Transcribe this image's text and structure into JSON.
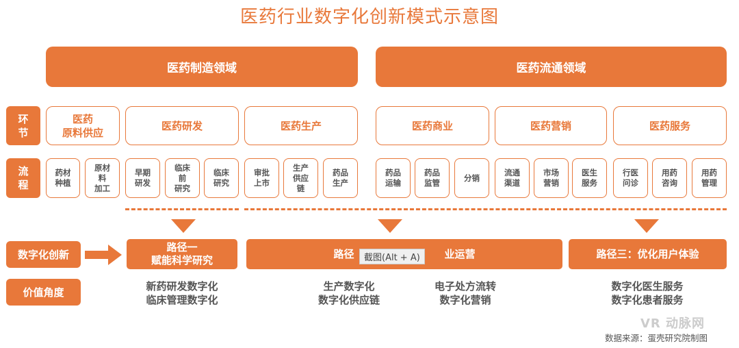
{
  "title": "医药行业数字化创新模式示意图",
  "domains": {
    "manufacturing": "医药制造领域",
    "distribution": "医药流通领域"
  },
  "row_labels": {
    "stage": "环\n节",
    "flow": "流\n程",
    "innovation": "数字化创新",
    "value": "价值角度"
  },
  "stages": [
    "医药\n原料供应",
    "医药研发",
    "医药生产",
    "医药商业",
    "医药营销",
    "医药服务"
  ],
  "flows": [
    "药材\n种植",
    "原材\n料\n加工",
    "早期\n研发",
    "临床\n前\n研究",
    "临床\n研究",
    "审批\n上市",
    "生产\n供应\n链",
    "药品\n生产",
    "药品\n运输",
    "药品\n监管",
    "分销",
    "流通\n渠道",
    "市场\n营销",
    "医生\n服务",
    "行医\n问诊",
    "用药\n咨询",
    "用药\n管理"
  ],
  "paths": {
    "p1": "路径一\n赋能科学研究",
    "p2_left": "路径",
    "p2_right": "业运营",
    "p3": "路径三：优化用户体验"
  },
  "values": {
    "v1": "新药研发数字化\n临床管理数字化",
    "v2": "生产数字化\n数字化供应链",
    "v3": "电子处方流转\n数字化营销",
    "v4": "数字化医生服务\n数字化患者服务"
  },
  "tooltip": "截图(Alt + A)",
  "source": "数据来源：蛋壳研究院制图",
  "watermark": "VR 动脉网",
  "colors": {
    "accent": "#e8783a",
    "text": "#555555"
  }
}
